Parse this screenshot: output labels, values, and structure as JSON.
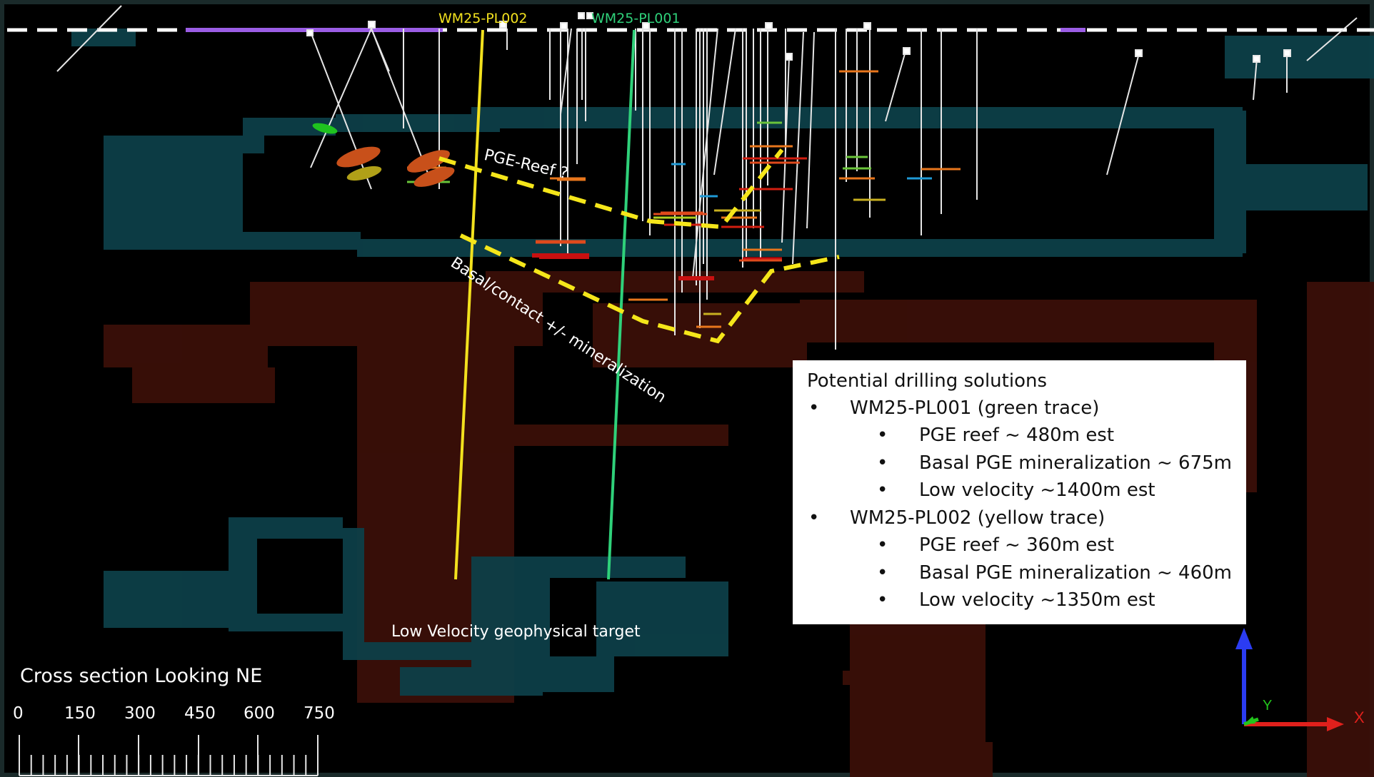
{
  "section_title": "Cross section Looking NE",
  "hole_labels": {
    "pl002": "WM25-PL002",
    "pl001": "WM25-PL001"
  },
  "annotations": {
    "pge_reef": "PGE-Reef ?",
    "basal": "Basal/contact +/- mineralization",
    "low_velocity": "Low Velocity geophysical target"
  },
  "legend": {
    "title": "Potential drilling solutions",
    "holes": [
      {
        "name": "WM25-PL001 (green trace)",
        "items": [
          "PGE reef ~ 480m est",
          "Basal PGE mineralization ~ 675m",
          "Low velocity ~1400m est"
        ]
      },
      {
        "name": "WM25-PL002 (yellow trace)",
        "items": [
          "PGE reef ~ 360m est",
          "Basal PGE mineralization ~ 460m",
          "Low velocity ~1350m est"
        ]
      }
    ],
    "bullet": "•"
  },
  "scale": {
    "ticks": [
      "0",
      "150",
      "300",
      "450",
      "600",
      "750"
    ]
  },
  "axes": {
    "x": "X",
    "y": "Y"
  },
  "colors": {
    "pl001_trace": "#2fd17a",
    "pl002_trace": "#f2e11e",
    "dashed_outline": "#f5e61a",
    "teal_body": "#0d3f48",
    "red_body": "#3a0f08"
  }
}
